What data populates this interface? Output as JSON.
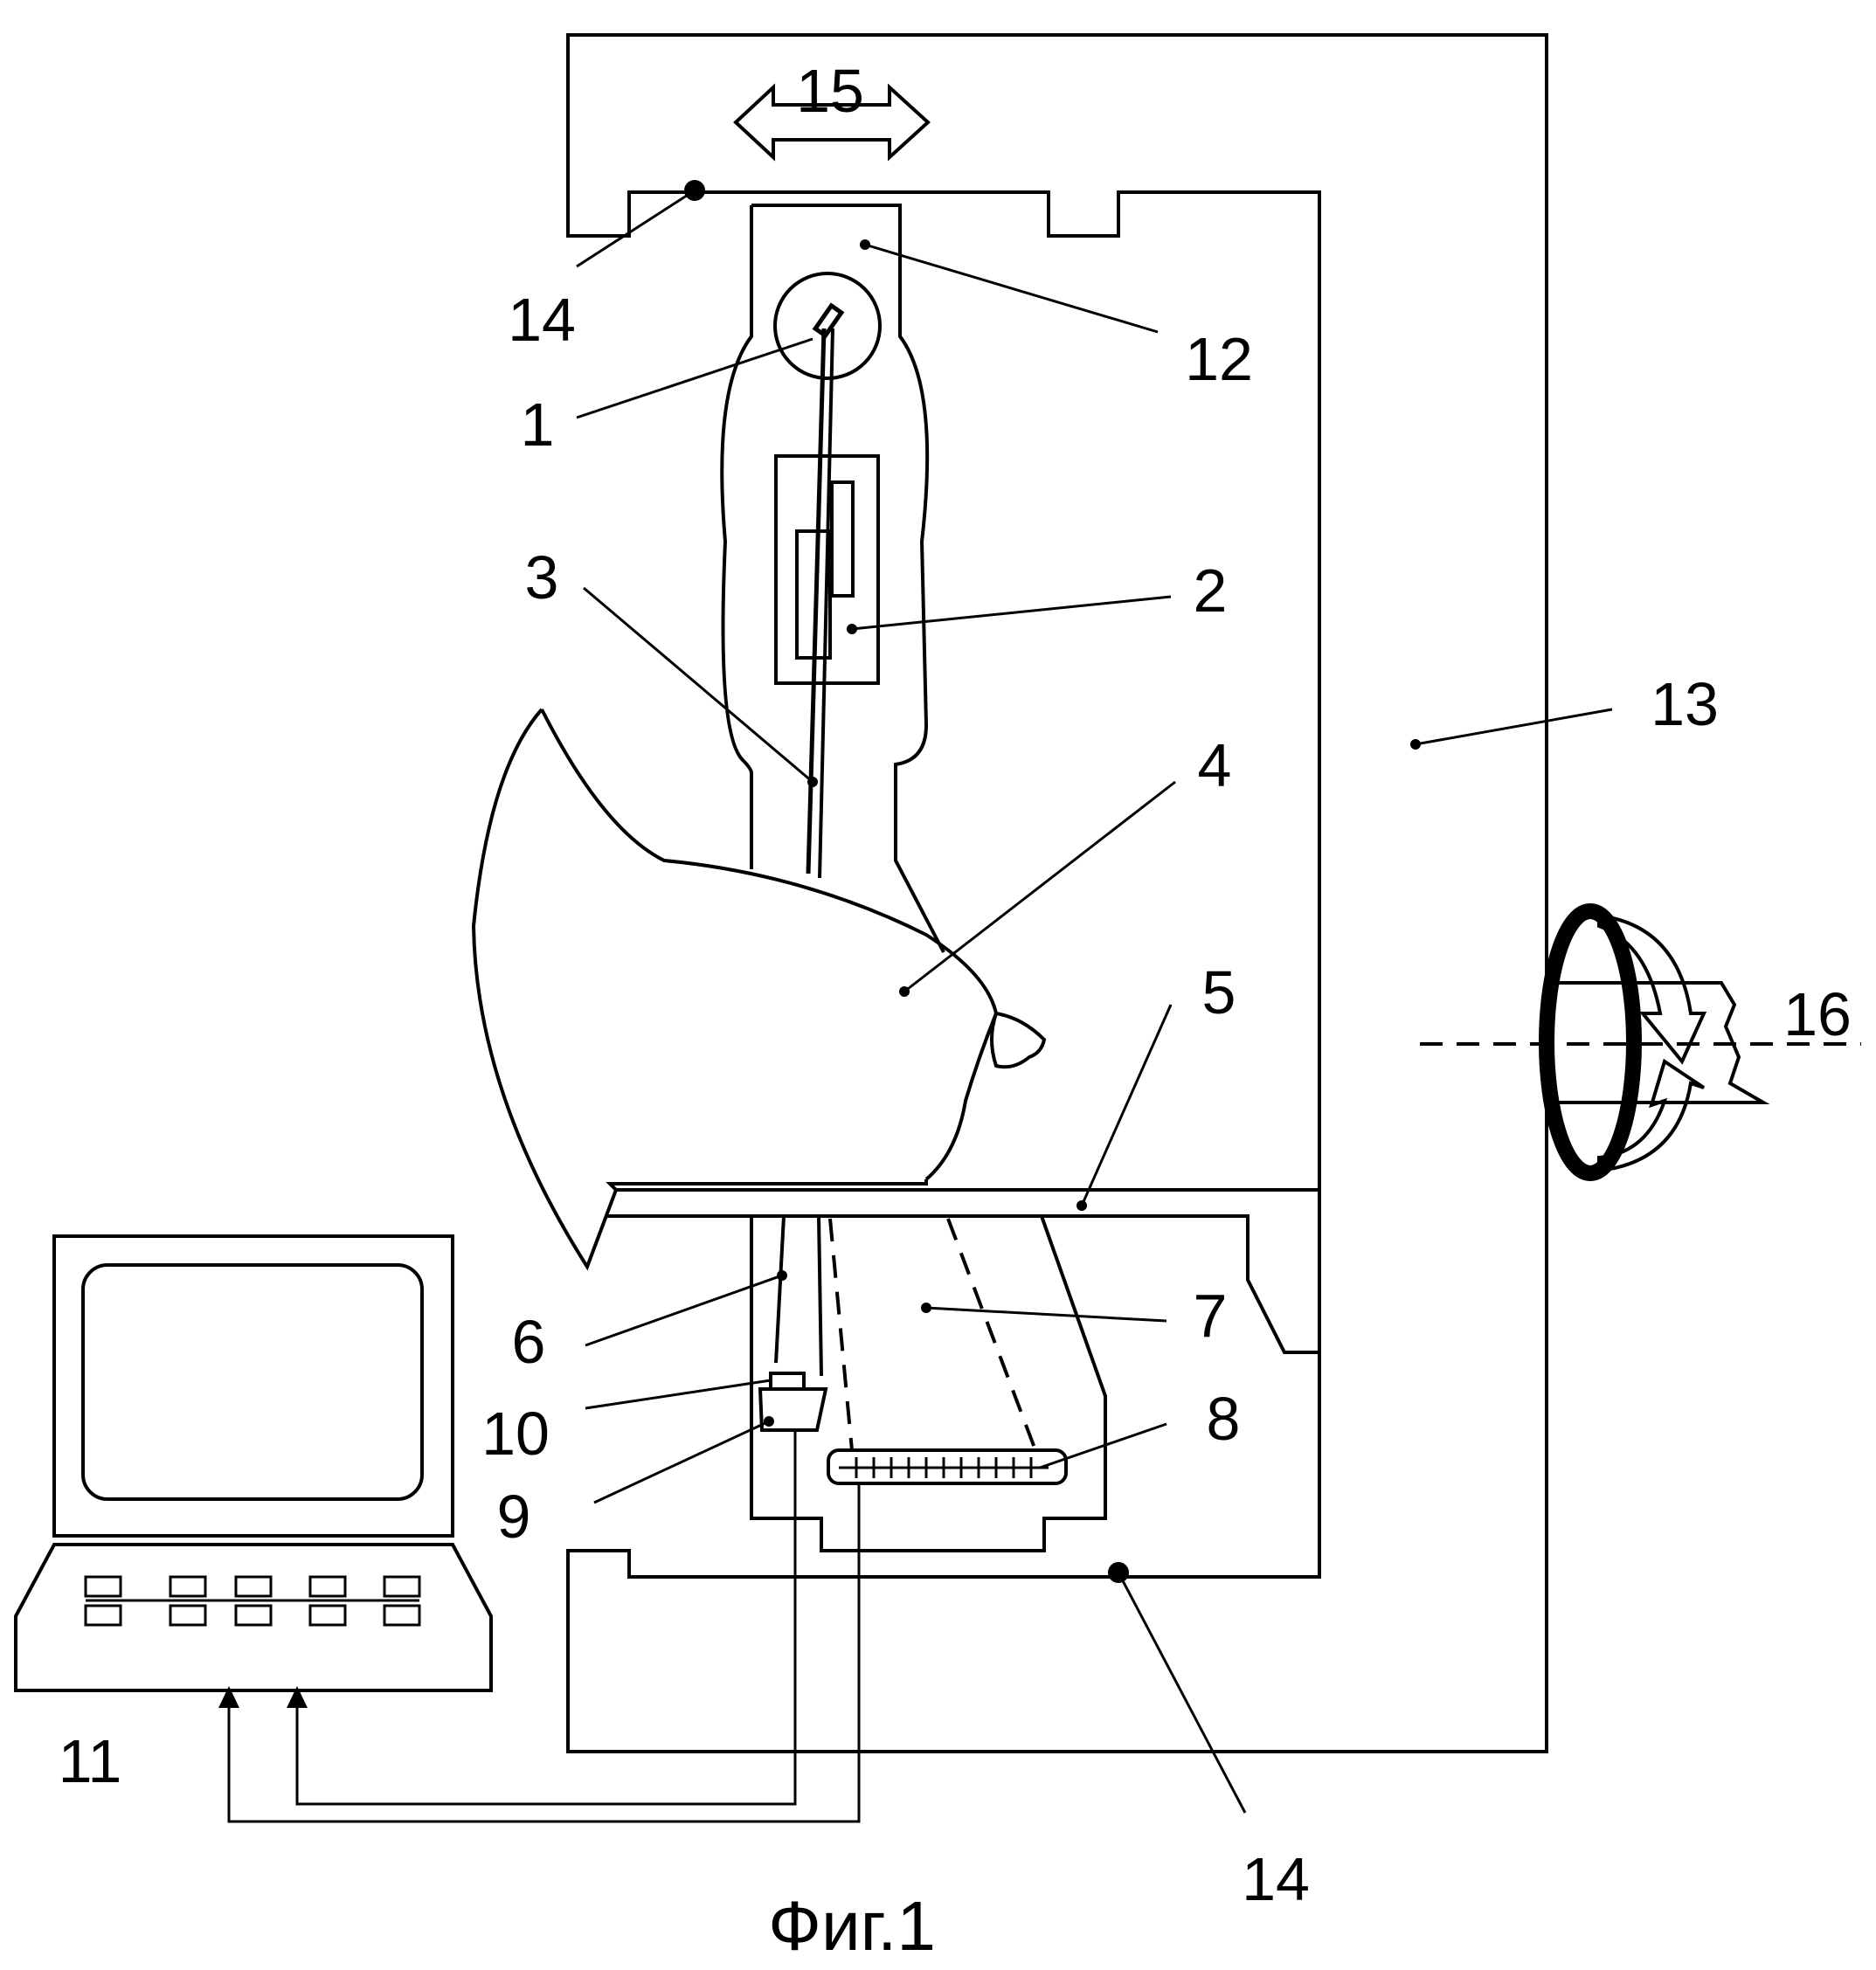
{
  "labels": {
    "l1": "1",
    "l2": "2",
    "l3": "3",
    "l4": "4",
    "l5": "5",
    "l6": "6",
    "l7": "7",
    "l8": "8",
    "l9": "9",
    "l10": "10",
    "l11": "11",
    "l12": "12",
    "l13": "13",
    "l14_top": "14",
    "l14_bottom": "14",
    "l15": "15",
    "l16": "16"
  },
  "caption": "Фиг.1"
}
